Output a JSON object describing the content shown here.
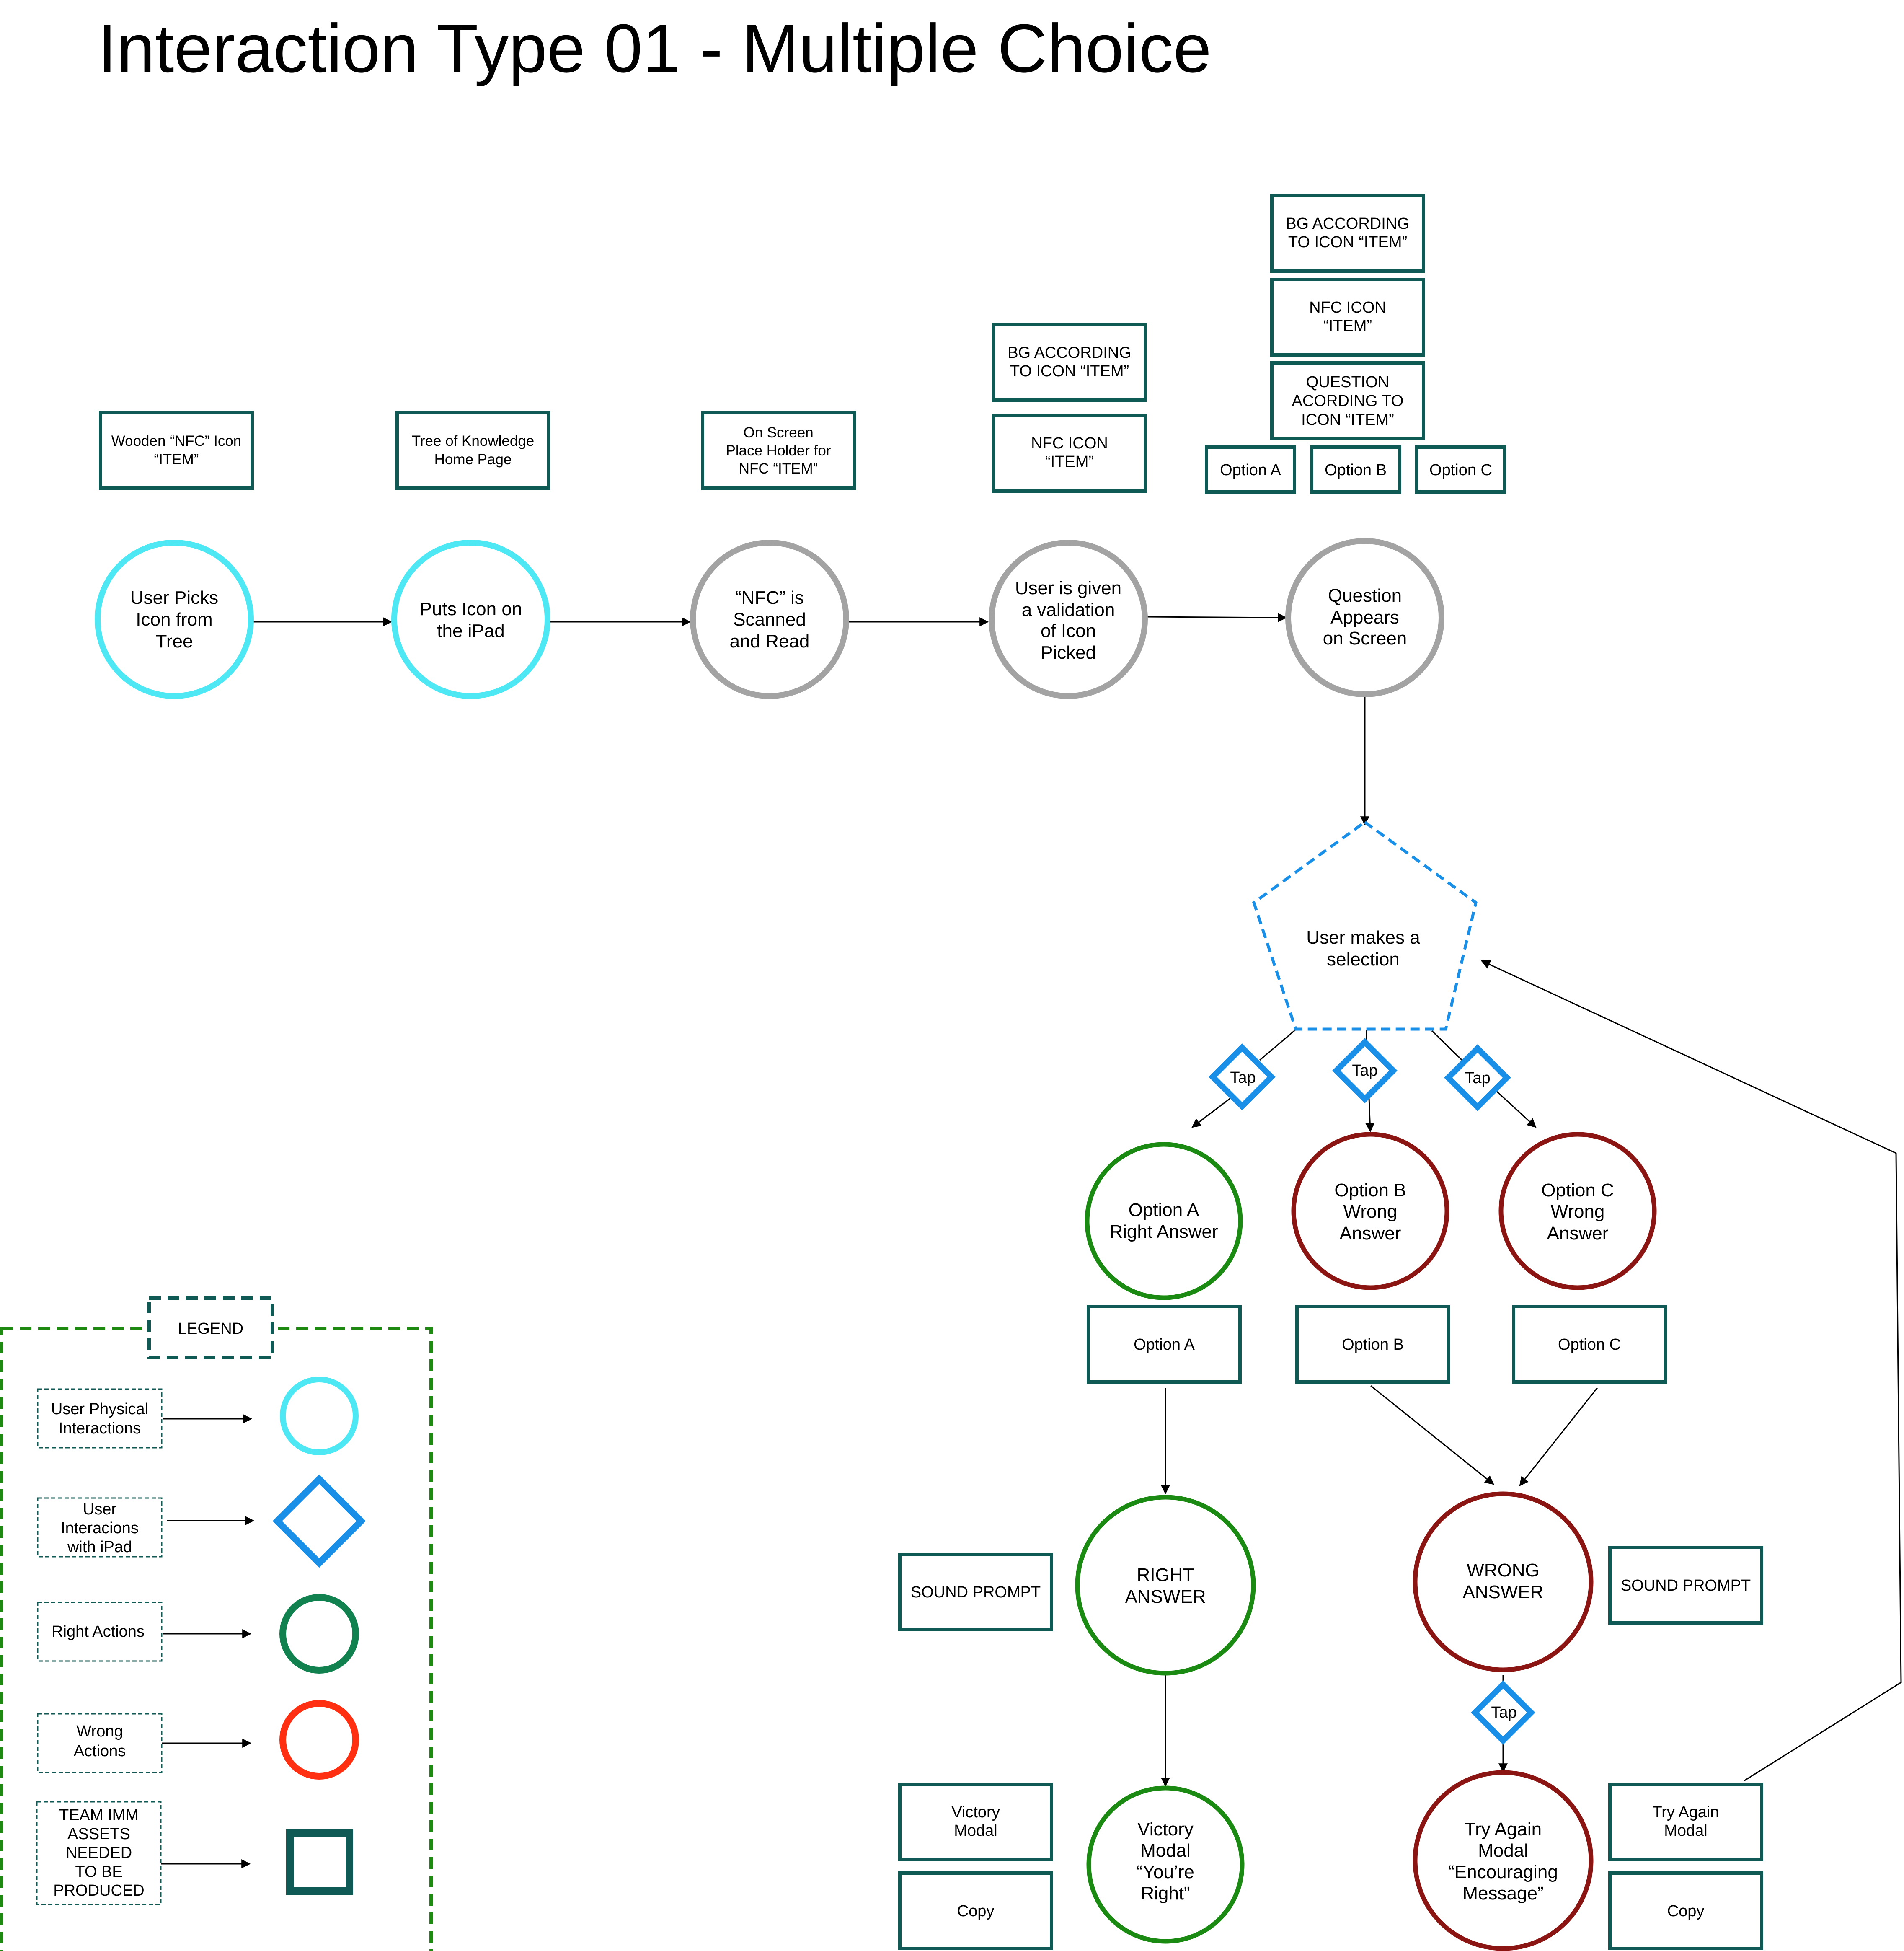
{
  "title": "Interaction Type 01 - Multiple Choice",
  "colors": {
    "physical": "#4de8f3",
    "system": "#a3a3a3",
    "ipad": "#1a8fe8",
    "right": "#1a8a12",
    "right_legend": "#11824f",
    "wrong": "#8b1512",
    "wrong_legend": "#ff3011",
    "asset": "#0f5a55",
    "legend_border": "#1f8a12"
  },
  "flow": {
    "step1": [
      "User Picks",
      "Icon from",
      "Tree"
    ],
    "step2": [
      "Puts Icon on",
      "the iPad"
    ],
    "step3": [
      "“NFC” is",
      "Scanned",
      "and Read"
    ],
    "step4": [
      "User is given",
      "a validation",
      "of Icon",
      "Picked"
    ],
    "step5": [
      "Question",
      "Appears",
      "on Screen"
    ]
  },
  "assets": {
    "wooden_icon": [
      "Wooden “NFC” Icon",
      "“ITEM”"
    ],
    "tree_home": [
      "Tree of Knowledge",
      "Home Page"
    ],
    "placeholder": [
      "On Screen",
      "Place Holder for",
      "NFC “ITEM”"
    ],
    "bg_item": [
      "BG ACCORDING",
      "TO ICON “ITEM”"
    ],
    "nfc_item": [
      "NFC ICON",
      "“ITEM”"
    ],
    "question_item": [
      "QUESTION",
      "ACORDING TO",
      "ICON “ITEM”"
    ],
    "option_a": "Option A",
    "option_b": "Option B",
    "option_c": "Option C",
    "sound_prompt": "SOUND PROMPT",
    "victory_modal": [
      "Victory",
      "Modal"
    ],
    "try_again_modal": [
      "Try Again",
      "Modal"
    ],
    "copy": "Copy"
  },
  "selection": [
    "User makes a",
    "selection"
  ],
  "tap": "Tap",
  "outcomes": {
    "option_a_right": [
      "Option A",
      "Right Answer"
    ],
    "option_b_wrong": [
      "Option  B",
      "Wrong",
      "Answer"
    ],
    "option_c_wrong": [
      "Option  C",
      "Wrong",
      "Answer"
    ],
    "right_answer": [
      "RIGHT",
      "ANSWER"
    ],
    "wrong_answer": [
      "WRONG",
      "ANSWER"
    ],
    "victory": [
      "Victory",
      "Modal",
      "“You’re",
      "Right”"
    ],
    "try_again": [
      "Try Again",
      "Modal",
      "“Encouraging",
      "Message”"
    ]
  },
  "legend": {
    "title": "LEGEND",
    "physical": [
      "User Physical",
      "Interactions"
    ],
    "ipad": [
      "User",
      "Interacions",
      "with iPad"
    ],
    "right": "Right Actions",
    "wrong": [
      "Wrong",
      "Actions"
    ],
    "assets": [
      "TEAM IMM",
      "ASSETS",
      "NEEDED",
      "TO BE",
      "PRODUCED"
    ]
  }
}
